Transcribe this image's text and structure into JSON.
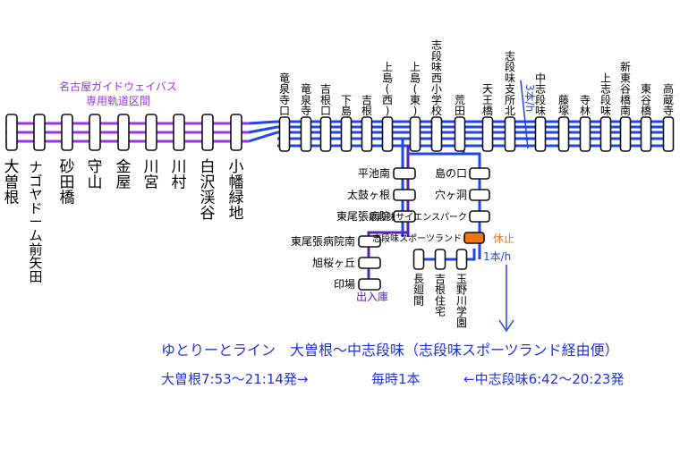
{
  "guideway_label": [
    "名古屋ガイドウェイバス",
    "専用軌道区間"
  ],
  "frequency_top": "3本/h",
  "frequency_bottom": "1本/h",
  "suspended": "休止",
  "depot": "出入庫",
  "stations": {
    "guideway": [
      "大曽根",
      "ナゴヤドーム前矢田",
      "砂田橋",
      "守山",
      "金屋",
      "川宮",
      "川村",
      "白沢渓谷",
      "小幡緑地"
    ],
    "top": [
      "竜泉寺口",
      "竜泉寺",
      "吉根口",
      "下島",
      "吉根",
      "上島(西)",
      "上島(東)",
      "志段味西小学校",
      "荒田",
      "天王橋",
      "志段味支所北",
      "中志段味",
      "藤塚",
      "寺林",
      "上志段味",
      "新東谷橋南",
      "東谷橋",
      "高蔵寺"
    ],
    "left_branch": [
      "平池南",
      "太鼓ヶ根",
      "東尾張病院",
      "東尾張病院南",
      "旭桜ヶ丘",
      "印場"
    ],
    "right_branch": [
      "島の口",
      "穴ヶ洞",
      "志段味サイエンスパーク",
      "志段味スポーツランド"
    ],
    "bottom_branch": [
      "長廻間",
      "吉根住宅",
      "玉野川学園"
    ]
  },
  "route_info": {
    "title": "ゆとりーとライン　大曽根〜中志段味（志段味スポーツランド経由便）",
    "outbound": "大曽根7:53〜21:14発→",
    "frequency": "毎時1本",
    "inbound": "←中志段味6:42〜20:23発"
  },
  "colors": {
    "guideway": "#9933ee",
    "route": "#2244ee",
    "branch": "#5522bb",
    "suspended_stop": "#ee7711",
    "note_text": "#2233dd"
  }
}
